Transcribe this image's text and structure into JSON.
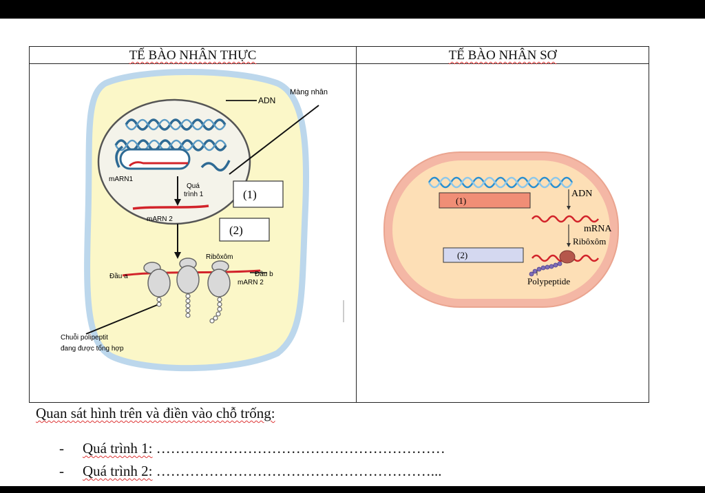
{
  "table": {
    "left_header": "TẾ BÀO NHÂN THỰC",
    "right_header": "TẾ BÀO NHÂN SƠ"
  },
  "eukaryote": {
    "adn": "ADN",
    "mang_nhan": "Màng nhân",
    "marn1": "mARN1",
    "qua_trinh_1_a": "Quá",
    "qua_trinh_1_b": "trình 1",
    "marn2": "mARN 2",
    "ribosome": "Ribôxôm",
    "dau_a": "Đầu a",
    "dau_b": "Đầu b",
    "dau_b_sub": "mARN 2",
    "chuoi_a": "Chuỗi polipeptit",
    "chuoi_b": "đang được tổng hợp",
    "box1": "(1)",
    "box2": "(2)"
  },
  "prokaryote": {
    "box1": "(1)",
    "box2": "(2)",
    "adn": "ADN",
    "mrna": "mRNA",
    "ribosome": "Ribôxôm",
    "polypeptide": "Polypeptide"
  },
  "instruction": "Quan sát hình trên và điền vào chỗ trống:",
  "blanks": [
    {
      "bullet": "-",
      "label": "Quá trình 1:",
      "dots": "……………………………………………………"
    },
    {
      "bullet": "-",
      "label": "Quá trình 2:",
      "dots": "…………………………………………………..."
    }
  ]
}
